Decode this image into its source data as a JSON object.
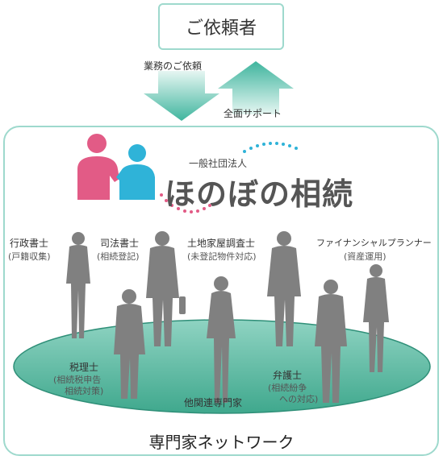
{
  "client": {
    "label": "ご依頼者"
  },
  "arrows": {
    "request_label": "業務のご依頼",
    "support_label": "全面サポート"
  },
  "logo": {
    "org_type": "一般社団法人",
    "name": "ほのぼの相続"
  },
  "experts": [
    {
      "title": "行政書士",
      "detail": "(戸籍収集)"
    },
    {
      "title": "司法書士",
      "detail": "(相続登記)"
    },
    {
      "title": "土地家屋調査士",
      "detail": "(未登記物件対応)"
    },
    {
      "title": "ファイナンシャルプランナー",
      "detail": "(資産運用)"
    },
    {
      "title": "税理士",
      "detail_line1": "(相続税申告",
      "detail_line2": "相続対策)"
    },
    {
      "title": "弁護士",
      "detail_line1": "(相続紛争",
      "detail_line2": "への対応)"
    },
    {
      "title": "他関連専門家"
    }
  ],
  "network": {
    "label": "専門家ネットワーク"
  },
  "colors": {
    "teal": "#3fb59e",
    "teal_light": "#cdeee7",
    "ellipse": "#49b39a",
    "logo_pink": "#e25b86",
    "logo_blue": "#2fb3d8",
    "silhouette": "#808080"
  }
}
